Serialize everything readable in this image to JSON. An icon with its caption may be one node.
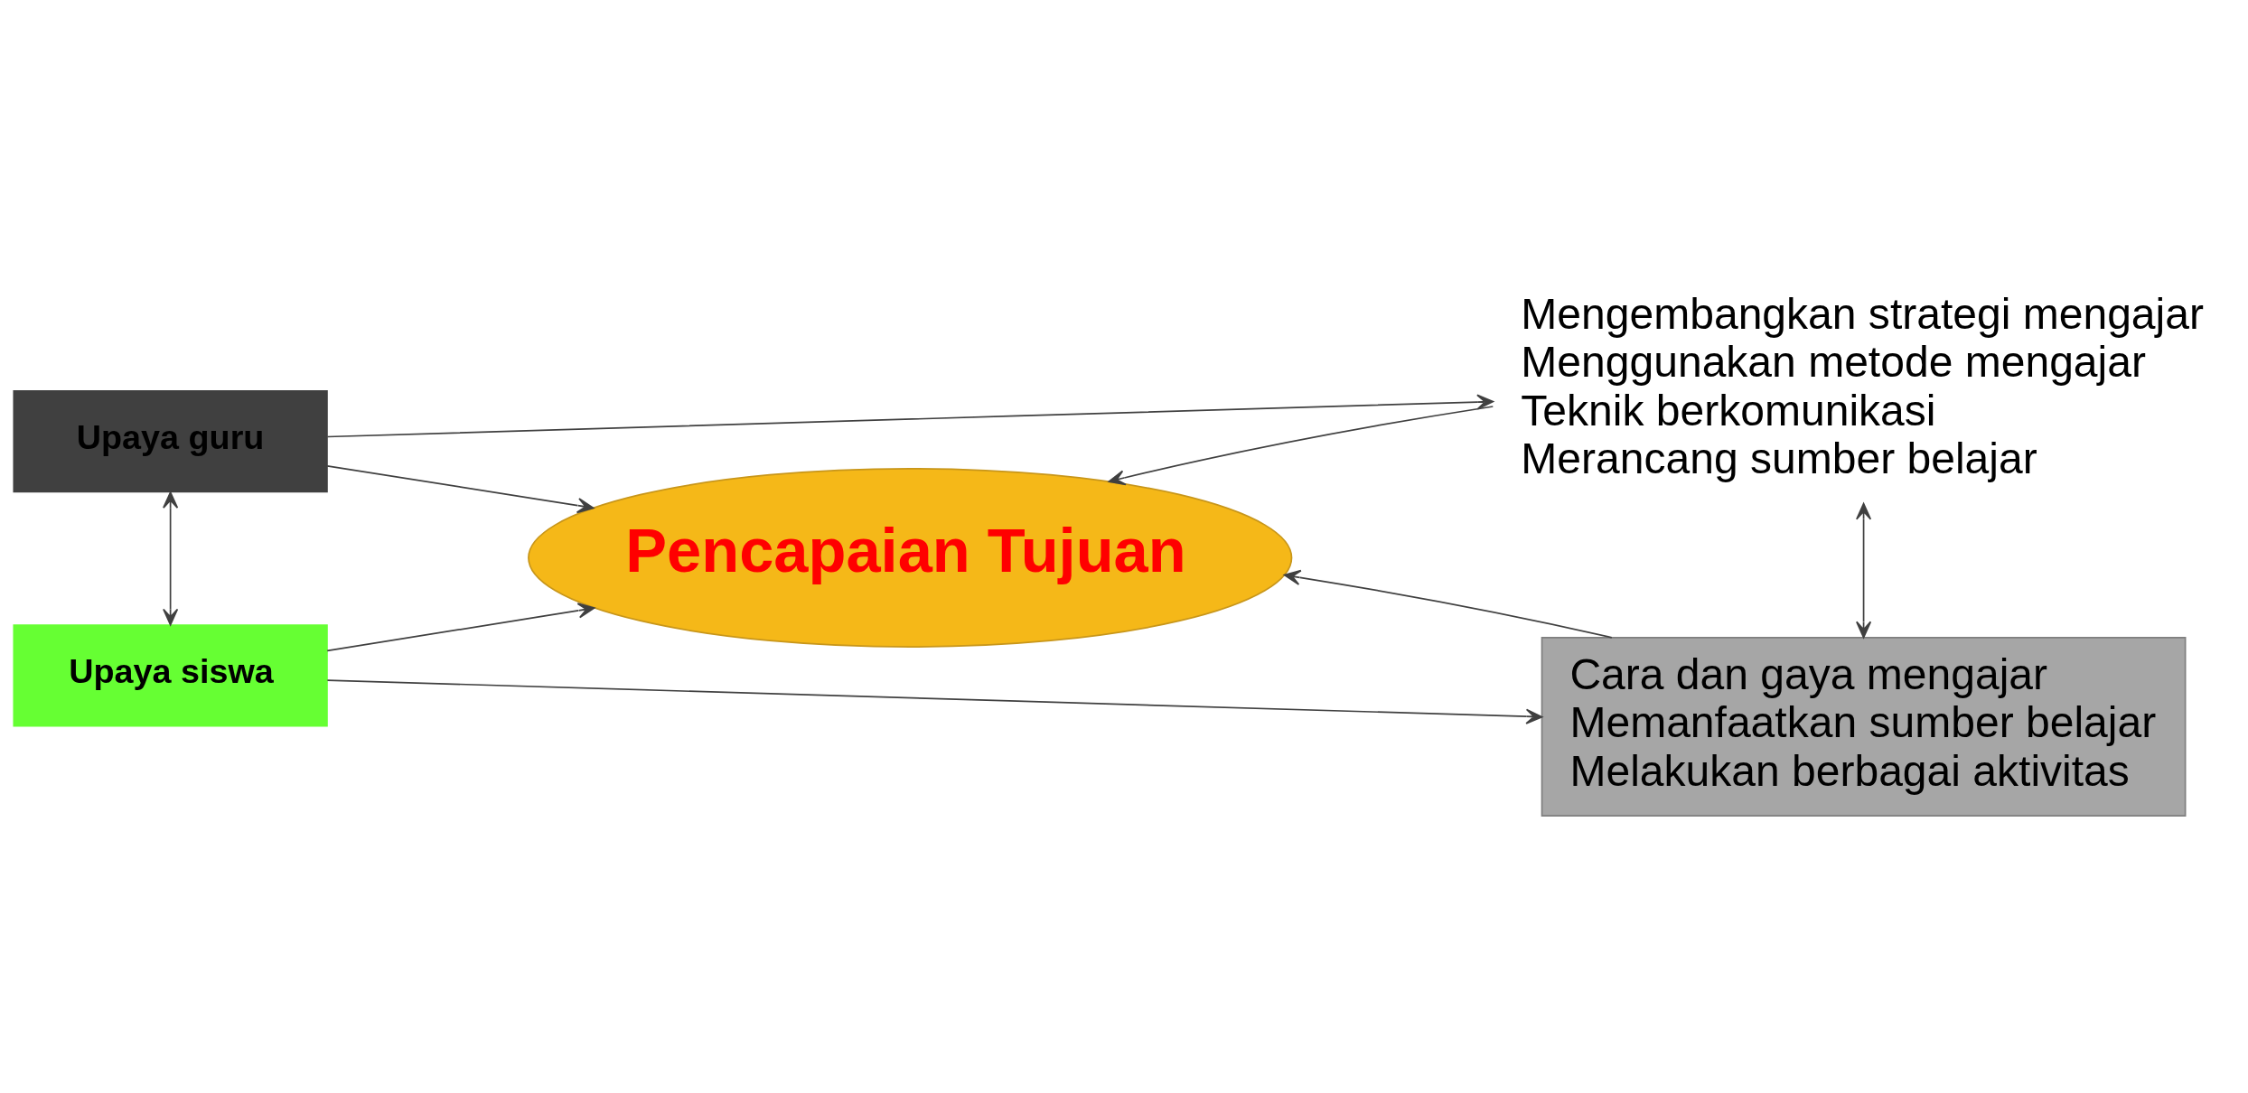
{
  "diagram": {
    "nodes": [
      {
        "text": [
          "Upaya guru"
        ]
      },
      {
        "text": [
          "Pencapaian Tujuan"
        ]
      },
      {
        "text": [
          "Mengembangkan strategi mengajar",
          "Menggunakan metode mengajar",
          "Teknik berkomunikasi",
          "Merancang sumber belajar"
        ]
      },
      {
        "text": [
          "Upaya siswa"
        ]
      },
      {
        "text": [
          "Cara dan gaya mengajar",
          "Memanfaatkan sumber belajar",
          "Melakukan berbagai aktivitas"
        ]
      }
    ],
    "edges": [
      {
        "from": 0,
        "to": 2,
        "arrow": "to"
      },
      {
        "from": 0,
        "to": 1,
        "arrow": "to"
      },
      {
        "from": 0,
        "to": 3,
        "arrow": "both"
      },
      {
        "from": 2,
        "to": 1,
        "arrow": "to"
      },
      {
        "from": 3,
        "to": 1,
        "arrow": "to"
      },
      {
        "from": 3,
        "to": 4,
        "arrow": "to"
      },
      {
        "from": 4,
        "to": 1,
        "arrow": "to"
      },
      {
        "from": 2,
        "to": 4,
        "arrow": "both"
      }
    ]
  }
}
